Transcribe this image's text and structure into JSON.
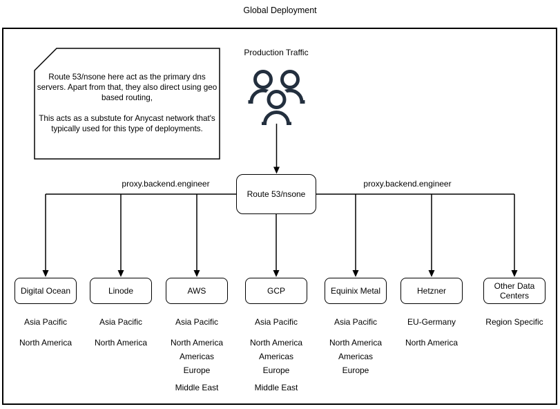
{
  "title": "Global Deployment",
  "colors": {
    "icon": "#232F3E",
    "line": "#000000",
    "background": "#ffffff"
  },
  "note": {
    "paragraph1": "Route 53/nsone here act as the primary dns servers. Apart from that, they also direct using geo based routing,",
    "paragraph2": "This acts as a substute for Anycast network that's typically used for this type of deployments."
  },
  "traffic": {
    "label": "Production Traffic",
    "icon": "users-icon"
  },
  "dns": {
    "label": "Route 53/nsone"
  },
  "proxy_labels": {
    "left": "proxy.backend.engineer",
    "right": "proxy.backend.engineer"
  },
  "providers": [
    {
      "name": "Digital Ocean",
      "regions": [
        "Asia Pacific",
        "North America"
      ]
    },
    {
      "name": "Linode",
      "regions": [
        "Asia Pacific",
        "North America"
      ]
    },
    {
      "name": "AWS",
      "regions": [
        "Asia Pacific",
        "North America",
        "Americas",
        "Europe",
        "Middle East"
      ]
    },
    {
      "name": "GCP",
      "regions": [
        "Asia Pacific",
        "North America",
        "Americas",
        "Europe",
        "Middle East"
      ]
    },
    {
      "name": "Equinix Metal",
      "regions": [
        "Asia Pacific",
        "North America",
        "Americas",
        "Europe"
      ]
    },
    {
      "name": "Hetzner",
      "regions": [
        "EU-Germany",
        "North America"
      ]
    },
    {
      "name": "Other Data Centers",
      "regions": [
        "Region Specific"
      ]
    }
  ]
}
